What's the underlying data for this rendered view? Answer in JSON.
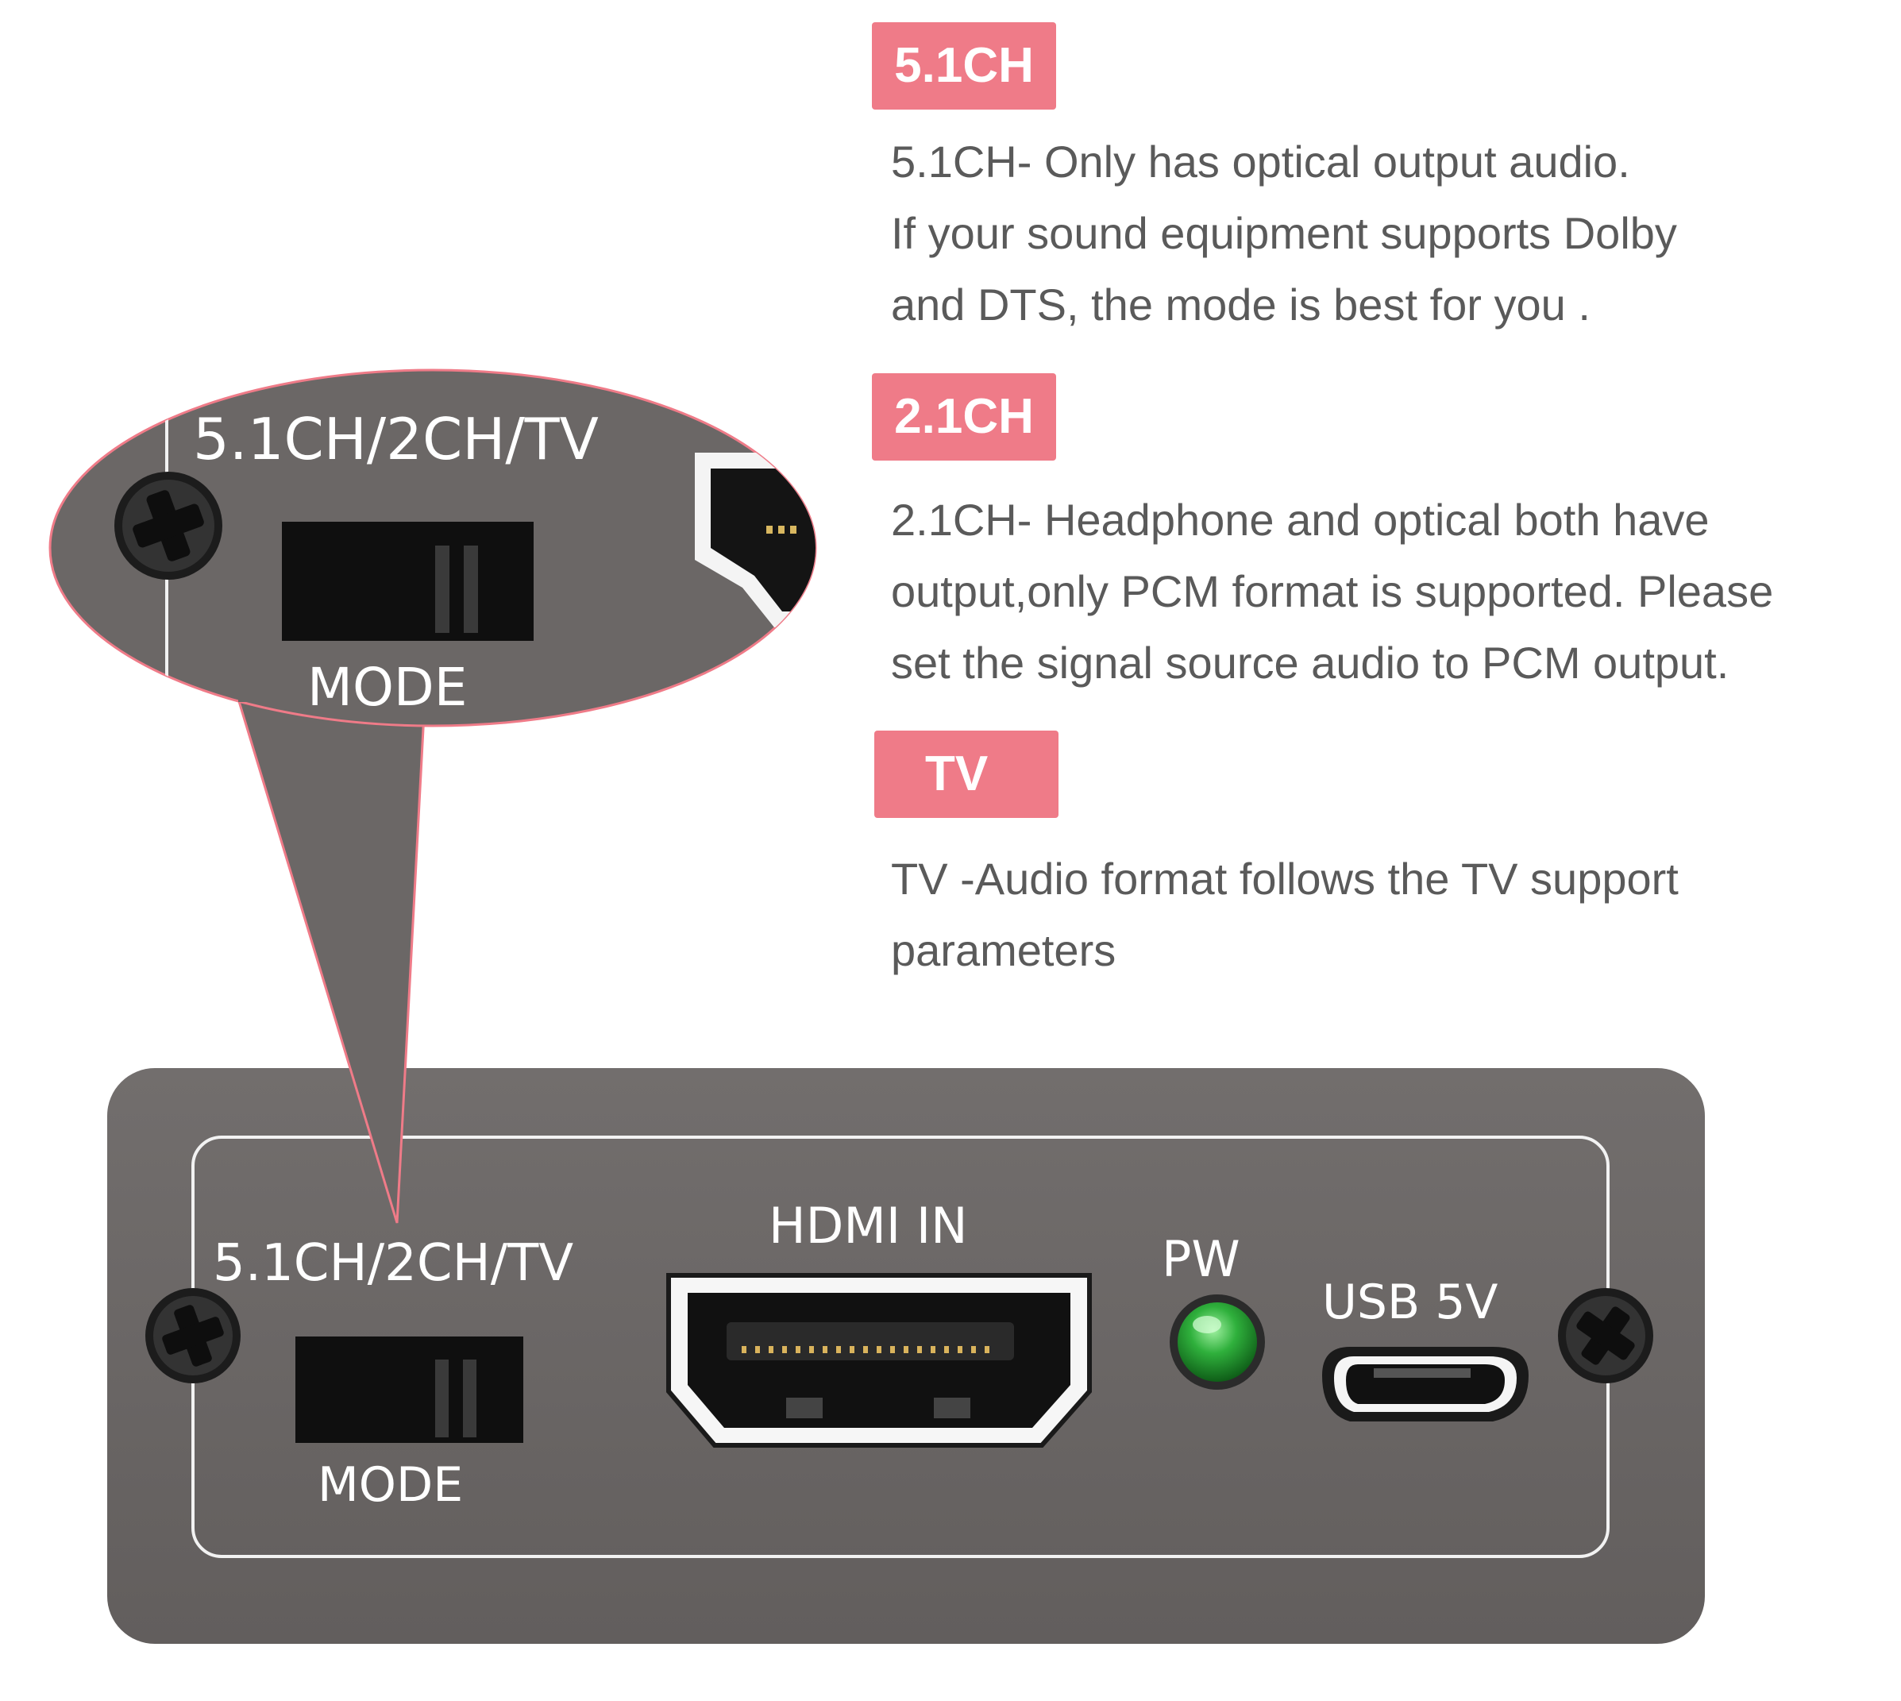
{
  "modes": [
    {
      "badge": "5.1CH",
      "lines": [
        "5.1CH- Only has optical output audio.",
        "If your sound equipment supports Dolby",
        "and DTS,  the mode is best for you ."
      ]
    },
    {
      "badge": "2.1CH",
      "lines": [
        "2.1CH- Headphone and optical both have",
        "output,only PCM format is supported. Please",
        "set the signal source audio to PCM output."
      ]
    },
    {
      "badge": "TV",
      "lines": [
        "TV -Audio format follows the TV support",
        "parameters"
      ]
    }
  ],
  "callout": {
    "switch_label": "5.1CH/2CH/TV",
    "mode_label": "MODE"
  },
  "device": {
    "switch_label": "5.1CH/2CH/TV",
    "mode_label": "MODE",
    "hdmi_label": "HDMI IN",
    "power_label": "PW",
    "usb_label": "USB 5V",
    "power_led": "on"
  },
  "colors": {
    "accent": "#ef7b88",
    "panel": "#6b6766",
    "led": "#1f9a2f"
  }
}
